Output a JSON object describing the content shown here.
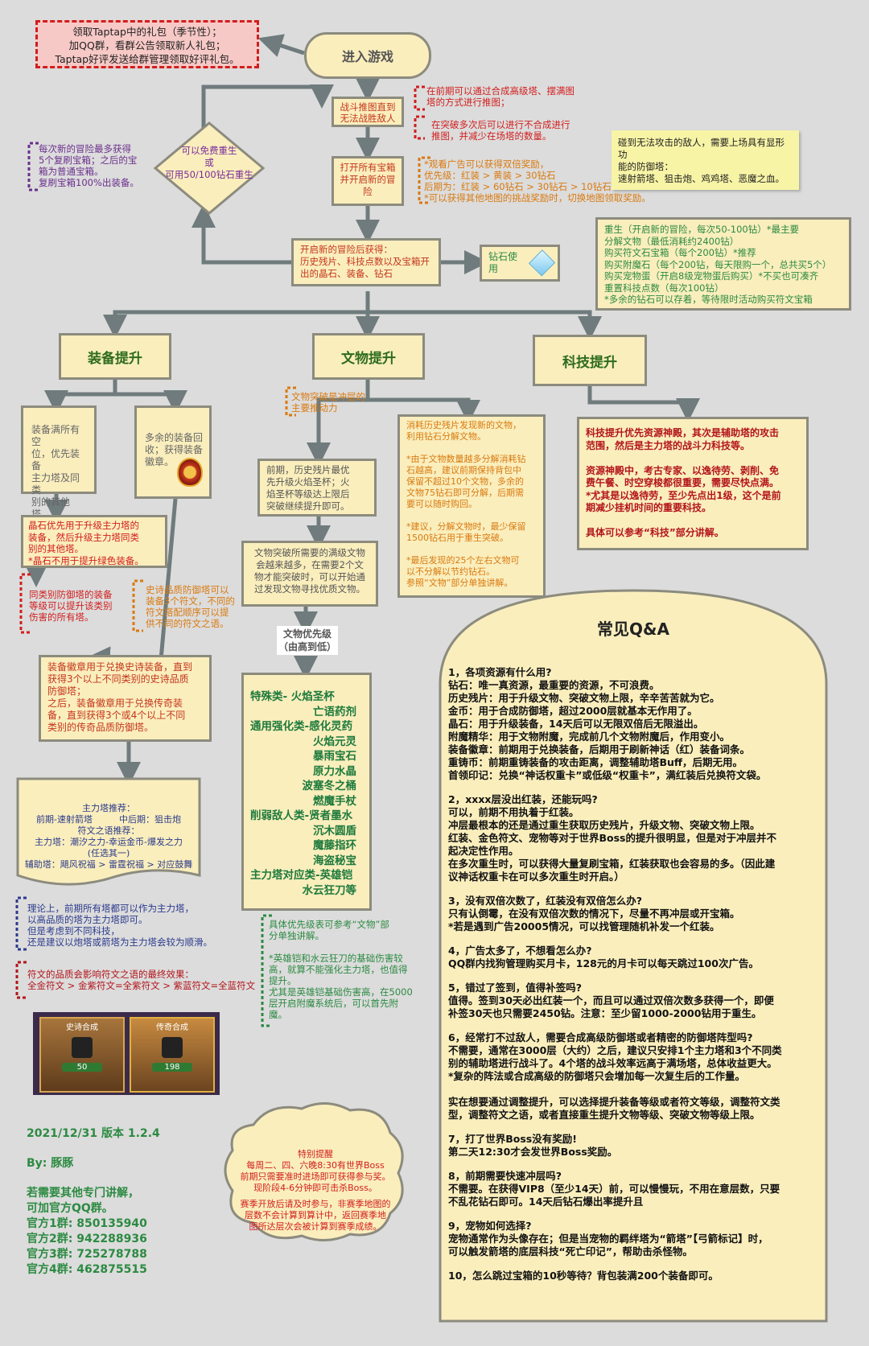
{
  "start": "进入游戏",
  "gift_note": "领取Taptap中的礼包（季节性）；\n加QQ群，看群公告领取新人礼包；\nTaptap好评发送给群管理领取好评礼包。",
  "battle_box": "战斗推图直到\n无法战胜敌人",
  "battle_note1": "在前期可以通过合成高级塔、摆满图\n塔的方式进行推图；",
  "battle_note2": "在突破多次后可以进行不合成进行\n推图，并减少在场塔的数量。",
  "sticky_note": "碰到无法攻击的敌人，需要上场具有显形功\n能的防御塔：\n速射箭塔、狙击炮、鸡鸡塔、恶魔之血。",
  "diamond": "可以免费重生\n或\n可用50/100钻石重生",
  "diamond_note": "每次新的冒险最多获得\n5个复刷宝箱；之后的宝\n箱为普通宝箱。\n复刷宝箱100%出装备。",
  "chest_box": "打开所有宝箱\n并开启新的冒\n险",
  "ad_note": "*观看广告可以获得双倍奖励，\n优先级：红装 > 黄装 > 30钻石\n后期为：红装 > 60钻石 > 30钻石 > 10钻石\n*可以获得其他地图的挑战奖励时，切换地图领取奖励。",
  "new_adv_box": "开启新的冒险后获得：\n历史残片、科技点数以及宝箱开\n出的晶石、装备、钻石",
  "diamond_use": "钻石使用",
  "diamond_use_note": "重生（开启新的冒险，每次50-100钻）*最主要\n分解文物（最低消耗约2400钻）\n购买符文石宝箱（每个200钻）*推荐\n购买附魔石（每个200钻，每天限购一个，总共买5个）\n购买宠物蛋（开启8级宠物蛋后购买）*不买也可凑齐\n重置科技点数（每次100钻）\n*多余的钻石可以存着，等待限时活动购买符文宝箱",
  "equip_title": "装备提升",
  "relic_title": "文物提升",
  "tech_title": "科技提升",
  "equip_left": "装备满所有空\n位，优先装备\n主力塔及同类\n别的其他塔。",
  "equip_right": "多余的装备回\n收；获得装备\n徽章。",
  "crystal_note": "晶石优先用于升级主力塔的\n装备，然后升级主力塔同类\n别的其他塔。\n*晶石不用于提升绿色装备。",
  "same_type_note": "同类别防御塔的装备\n等级可以提升该类别\n伤害的所有塔。",
  "epic_note": "史诗品质防御塔可以\n装备3个符文，不同的\n符文搭配顺序可以提\n供不同的符文之语。",
  "badge_box": "装备徽章用于兑换史诗装备，直到\n获得3个以上不同类别的史诗品质\n防御塔；\n之后，装备徽章用于兑换传奇装\n备，直到获得3个或4个以上不同\n类别的传奇品质防御塔。",
  "main_tower": {
    "t1": "主力塔推荐：",
    "t2": "前期-速射箭塔　　　中后期：狙击炮",
    "t3": "符文之语推荐：",
    "t4": "主力塔：潮汐之力-幸运金币-爆发之力",
    "t5": "(任选其一)",
    "t6": "辅助塔：飓风祝福 > 雷霆祝福 > 对应鼓舞"
  },
  "theory_note": "理论上，前期所有塔都可以作为主力塔，\n以高品质的塔为主力塔即可。\n但是考虑到不同科技，\n还是建议以炮塔或箭塔为主力塔会较为顺滑。",
  "rune_note": "符文的品质会影响符文之语的最终效果：\n全金符文 > 金紫符文=全紫符文 > 紫蓝符文=全蓝符文",
  "cards": {
    "left_title": "史诗合成",
    "left_num": "50",
    "right_title": "传奇合成",
    "right_num": "198"
  },
  "relic_break_note": "文物突破是冲层的\n主要推动力",
  "relic_left": "前期，历史残片最优\n先升级火焰圣杯；火\n焰圣杯等级达上限后\n突破继续提升即可。",
  "relic_right": "消耗历史残片发现新的文物，\n利用钻石分解文物。\n\n*由于文物数量越多分解消耗钻\n石越高，建议前期保持背包中\n保留不超过10个文物，多余的\n文物75钻石即可分解，后期需\n要可以随时购回。\n\n*建议，分解文物时，最少保留\n1500钻石用于重生突破。\n\n*最后发现的25个左右文物可\n以不分解以节约钻石。\n参照“文物”部分单独讲解。",
  "relic_mid": "文物突破所需要的满级文物\n会越来越多，在需要2个文\n物才能突破时，可以开始通\n过发现文物寻找优质文物。",
  "relic_priority_label": "文物优先级\n（由高到低）",
  "relic_list": [
    "特殊类- 火焰圣杯",
    "亡语药剂",
    "通用强化类-感化灵药",
    "火焰元灵",
    "暴雨宝石",
    "原力水晶",
    "波塞冬之桶",
    "燃魔手杖",
    "削弱敌人类-贤者墨水",
    "沉木圆盾",
    "魔藤指环",
    "海盗秘宝",
    "主力塔对应类-英雄铠",
    "水云狂刀等"
  ],
  "relic_bottom_note": "具体优先级表可参考“文物”部\n分单独讲解。\n\n*英雄铠和水云狂刀的基础伤害较\n高，就算不能强化主力塔，也值得\n提升。\n尤其是英雄铠基础伤害高，在5000\n层开启附魔系统后，可以首先附\n魔。",
  "tech_box": "科技提升优先资源神殿，其次是辅助塔的攻击\n范围，然后是主力塔的战斗力科技等。\n\n资源神殿中，考古专家、以逸待劳、剥削、免\n费午餐、时空穿梭都很重要，需要尽快点满。\n*尤其是以逸待劳，至少先点出1级，这个是前\n期减少挂机时间的重要科技。\n\n具体可以参考“科技”部分讲解。",
  "special_note": {
    "title": "特别提醒",
    "body1": "每周二、四、六晚8:30有世界Boss\n前期只需要准时进场即可获得参与奖。\n现阶段4-6分钟即可击杀Boss。",
    "body2": "赛季开放后请及时参与，非赛季地图的\n层数不会计算到算计中，返回赛季地\n图所达层次会被计算到赛季成绩。"
  },
  "footer": {
    "version": "2021/12/31 版本 1.2.4",
    "by": "By:   豚豚",
    "contact": "若需要其他专门讲解，\n可加官方QQ群。",
    "groups": [
      "官方1群:  850135940",
      "官方2群:  942288936",
      "官方3群:  725278788",
      "官方4群:  462875515"
    ]
  },
  "qa": {
    "title": "常见Q&A",
    "items": [
      {
        "q": "1，各项资源有什么用?",
        "a": "钻石：唯一真资源，最重要的资源，不可浪费。\n历史残片：用于升级文物、突破文物上限，辛辛苦苦就为它。\n金币：用于合成防御塔，超过2000层就基本无作用了。\n晶石：用于升级装备，14天后可以无限双倍后无限溢出。\n附魔精华：用于文物附魔，完成前几个文物附魔后，作用变小。\n装备徽章：前期用于兑换装备，后期用于刷新神话（红）装备词条。\n重铸币：前期重铸装备的攻击距离，调整辅助塔Buff，后期无用。\n首领印记：兑换“神话权重卡”或低级“权重卡”，满红装后兑换符文袋。"
      },
      {
        "q": "2，xxxx层没出红装，还能玩吗?",
        "a": "可以，前期不用执着于红装。\n冲层最根本的还是通过重生获取历史残片，升级文物、突破文物上限。\n红装、金色符文、宠物等对于世界Boss的提升很明显，但是对于冲层并不\n起决定性作用。\n在多次重生时，可以获得大量复刷宝箱，红装获取也会容易的多。（因此建\n议神话权重卡在可以多次重生时开启。）"
      },
      {
        "q": "3，没有双倍次数了，红装没有双倍怎么办?",
        "a": "只有认倒霉，在没有双倍次数的情况下，尽量不再冲层或开宝箱。\n*若是遇到广告20005情况，可以找管理随机补发一个红装。"
      },
      {
        "q": "4，广告太多了，不想看怎么办?",
        "a": "QQ群内找狗管理购买月卡，128元的月卡可以每天跳过100次广告。"
      },
      {
        "q": "5，错过了签到，值得补签吗?",
        "a": "值得。签到30天必出红装一个，而且可以通过双倍次数多获得一个，即便\n补签30天也只需要2450钻。注意：至少留1000-2000钻用于重生。"
      },
      {
        "q": "6，经常打不过敌人，需要合成高级防御塔或者精密的防御塔阵型吗?",
        "a": "不需要，通常在3000层（大约）之后，建议只安排1个主力塔和3个不同类\n别的辅助塔进行战斗了。4个塔的战斗效率远高于满场塔，总体收益更大。\n*复杂的阵法或合成高级的防御塔只会增加每一次复生后的工作量。\n\n实在想要通过调整提升，可以选择提升装备等级或者符文等级，调整符文类\n型，调整符文之语，或者直接重生提升文物等级、突破文物等级上限。"
      },
      {
        "q": "7，打了世界Boss没有奖励!",
        "a": "第二天12:30才会发世界Boss奖励。"
      },
      {
        "q": "8，前期需要快速冲层吗?",
        "a": "不需要。在获得VIP8（至少14天）前，可以慢慢玩，不用在意层数，只要\n不乱花钻石即可。14天后钻石爆出率提升且"
      },
      {
        "q": "9，宠物如何选择?",
        "a": "宠物通常作为头像存在；但是当宠物的羁绊塔为“箭塔”【弓箭标记】时，\n可以触发箭塔的底层科技“死亡印记”，帮助击杀怪物。"
      },
      {
        "q": "10，怎么跳过宝箱的10秒等待？背包装满200个装备即可。",
        "a": ""
      }
    ]
  },
  "colors": {
    "box_fill": "#faeebd",
    "box_border": "#8c8b7e",
    "title_green": "#2e6c1e",
    "arrow": "#6f7b7c",
    "gift_fill": "#f7c9c6",
    "sticky": "#f8f4a6"
  }
}
